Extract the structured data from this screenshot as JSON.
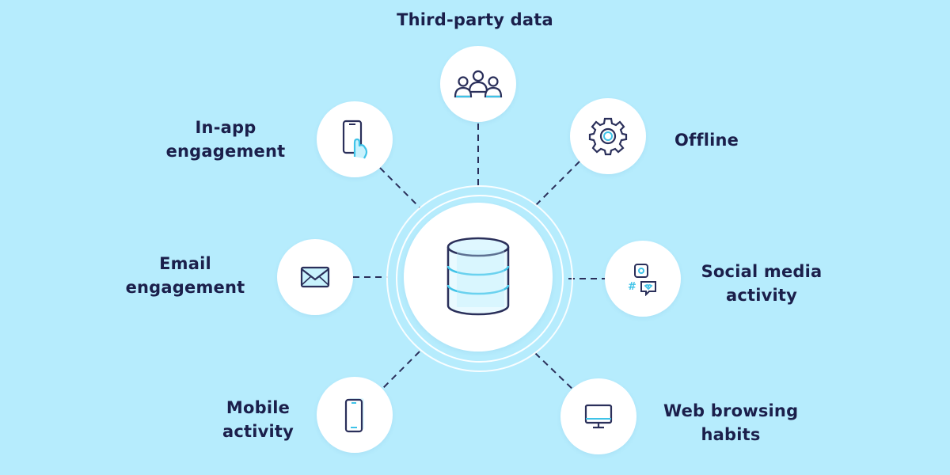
{
  "diagram": {
    "hub": {
      "icon": "database-icon"
    },
    "sources": [
      {
        "id": "third-party-data",
        "icon": "people-group-icon",
        "lines": [
          "Third-party data"
        ]
      },
      {
        "id": "offline",
        "icon": "gear-icon",
        "lines": [
          "Offline"
        ]
      },
      {
        "id": "social-media-activity",
        "icon": "social-chat-icon",
        "lines": [
          "Social media",
          "activity"
        ]
      },
      {
        "id": "web-browsing-habits",
        "icon": "monitor-icon",
        "lines": [
          "Web browsing",
          "habits"
        ]
      },
      {
        "id": "mobile-activity",
        "icon": "smartphone-icon",
        "lines": [
          "Mobile",
          "activity"
        ]
      },
      {
        "id": "email-engagement",
        "icon": "envelope-icon",
        "lines": [
          "Email",
          "engagement"
        ]
      },
      {
        "id": "in-app-engagement",
        "icon": "phone-tap-icon",
        "lines": [
          "In-app",
          "engagement"
        ]
      }
    ]
  },
  "colors": {
    "background": "#b6ecfd",
    "label": "#1b1f4b",
    "accent": "#3fc3e8",
    "icon_stroke": "#2a2f5a",
    "connector": "#2a2f5a"
  }
}
